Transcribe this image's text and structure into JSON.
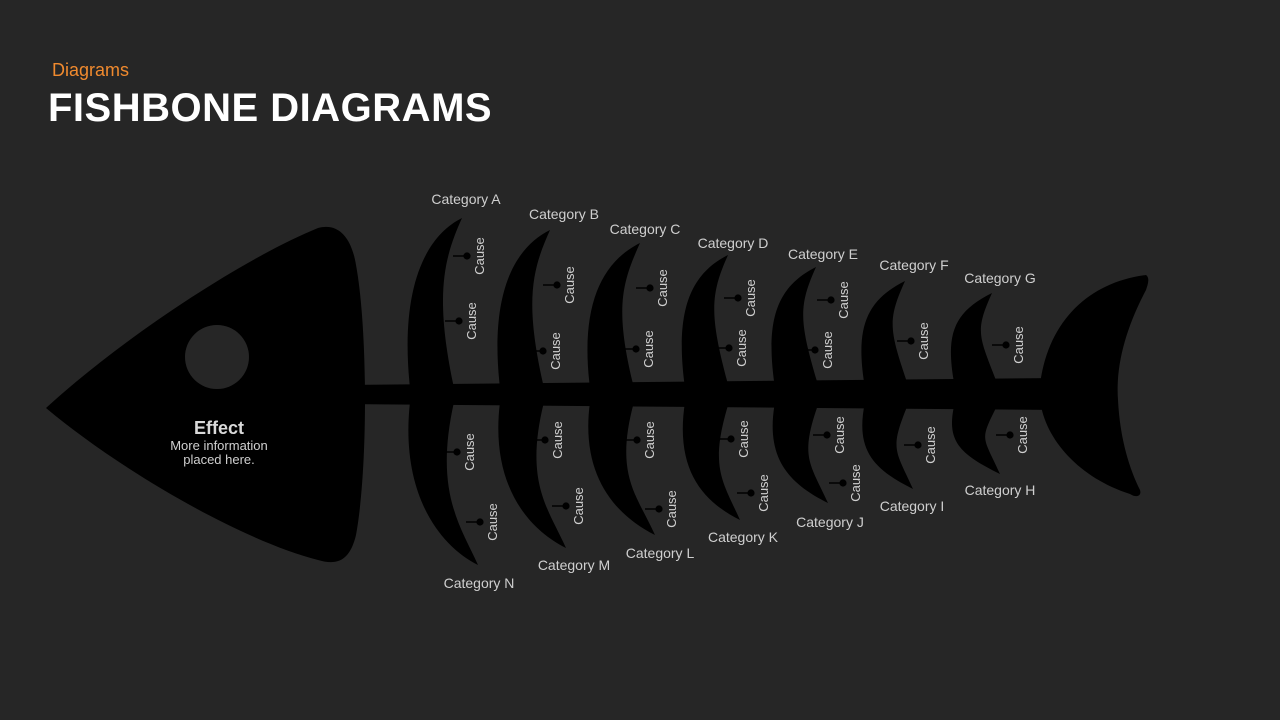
{
  "header": {
    "subtitle": "Diagrams",
    "title": "FISHBONE DIAGRAMS"
  },
  "colors": {
    "background": "#262626",
    "fish": "#000000",
    "accent": "#f08a2e",
    "text": "#cfcfcf"
  },
  "effect": {
    "title": "Effect",
    "description_line1": "More information",
    "description_line2": "placed here."
  },
  "top_categories": [
    {
      "label": "Category A",
      "causes": [
        "Cause",
        "Cause"
      ]
    },
    {
      "label": "Category B",
      "causes": [
        "Cause",
        "Cause"
      ]
    },
    {
      "label": "Category C",
      "causes": [
        "Cause",
        "Cause"
      ]
    },
    {
      "label": "Category D",
      "causes": [
        "Cause",
        "Cause"
      ]
    },
    {
      "label": "Category E",
      "causes": [
        "Cause",
        "Cause"
      ]
    },
    {
      "label": "Category F",
      "causes": [
        "Cause"
      ]
    },
    {
      "label": "Category G",
      "causes": [
        "Cause"
      ]
    }
  ],
  "bottom_categories": [
    {
      "label": "Category N",
      "causes": [
        "Cause",
        "Cause"
      ]
    },
    {
      "label": "Category M",
      "causes": [
        "Cause",
        "Cause"
      ]
    },
    {
      "label": "Category L",
      "causes": [
        "Cause",
        "Cause"
      ]
    },
    {
      "label": "Category K",
      "causes": [
        "Cause",
        "Cause"
      ]
    },
    {
      "label": "Category J",
      "causes": [
        "Cause",
        "Cause"
      ]
    },
    {
      "label": "Category I",
      "causes": [
        "Cause"
      ]
    },
    {
      "label": "Category H",
      "causes": [
        "Cause"
      ]
    }
  ]
}
